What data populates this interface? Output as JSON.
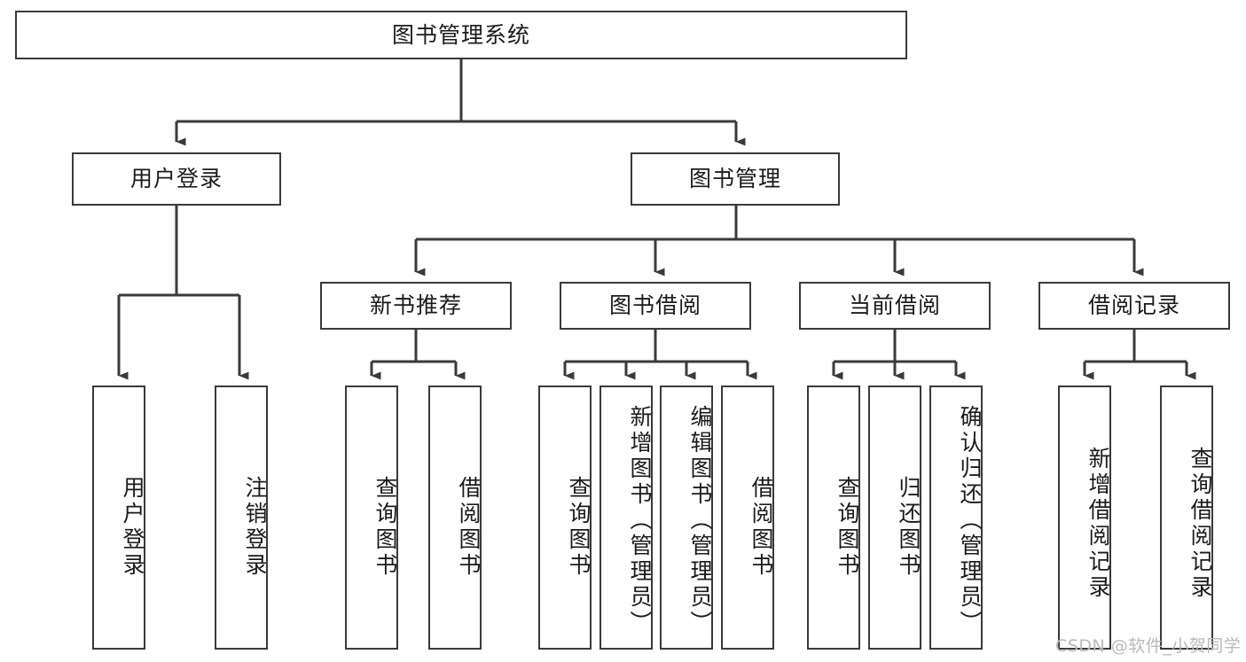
{
  "diagram": {
    "title": "图书管理系统",
    "type": "tree-hierarchy-chart",
    "watermark": "CSDN @软件_小贺同学",
    "colors": {
      "stroke": "#3a3a3a",
      "fill": "#ffffff",
      "text": "#1b1b1b",
      "watermark": "#b9b9b9"
    },
    "nodes": {
      "root": {
        "label": "图书管理系统"
      },
      "level2": [
        {
          "id": "user-login",
          "label": "用户登录"
        },
        {
          "id": "book-manage",
          "label": "图书管理"
        }
      ],
      "level3": [
        {
          "id": "new-book-rec",
          "label": "新书推荐"
        },
        {
          "id": "book-borrow",
          "label": "图书借阅"
        },
        {
          "id": "current-borrow",
          "label": "当前借阅"
        },
        {
          "id": "borrow-record",
          "label": "借阅记录"
        }
      ],
      "leaves": [
        {
          "id": "leaf-user-login",
          "label": "用户登录",
          "parent": "user-login"
        },
        {
          "id": "leaf-logout",
          "label": "注销登录",
          "parent": "user-login"
        },
        {
          "id": "leaf-query-book-1",
          "label": "查询图书",
          "parent": "new-book-rec"
        },
        {
          "id": "leaf-borrow-book-1",
          "label": "借阅图书",
          "parent": "new-book-rec"
        },
        {
          "id": "leaf-query-book-2",
          "label": "查询图书",
          "parent": "book-borrow"
        },
        {
          "id": "leaf-add-book",
          "label": "新增图书（管理员）",
          "parent": "book-borrow"
        },
        {
          "id": "leaf-edit-book",
          "label": "编辑图书（管理员）",
          "parent": "book-borrow"
        },
        {
          "id": "leaf-borrow-book-2",
          "label": "借阅图书",
          "parent": "book-borrow"
        },
        {
          "id": "leaf-query-book-3",
          "label": "查询图书",
          "parent": "current-borrow"
        },
        {
          "id": "leaf-return-book",
          "label": "归还图书",
          "parent": "current-borrow"
        },
        {
          "id": "leaf-confirm-return",
          "label": "确认归还（管理员）",
          "parent": "current-borrow"
        },
        {
          "id": "leaf-add-record",
          "label": "新增借阅记录",
          "parent": "borrow-record"
        },
        {
          "id": "leaf-query-record",
          "label": "查询借阅记录",
          "parent": "borrow-record"
        }
      ]
    }
  }
}
